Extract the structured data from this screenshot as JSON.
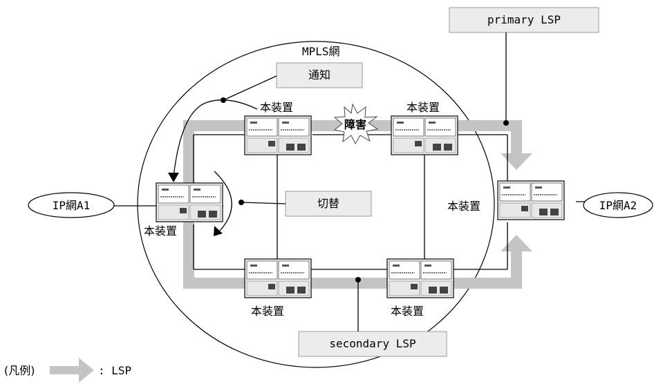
{
  "diagram": {
    "network_label": "MPLS網",
    "device_label": "本装置",
    "labels": {
      "primary": "primary LSP",
      "secondary": "secondary LSP",
      "notify": "通知",
      "switch": "切替",
      "fault": "障害"
    },
    "ip_networks": {
      "left": "IP網A1",
      "right": "IP網A2"
    },
    "legend": {
      "prefix": "(凡例)",
      "suffix": ": LSP"
    },
    "colors": {
      "lsp_path": "#c4c4c4",
      "callout_box": "#ececec",
      "line": "#000000"
    }
  }
}
